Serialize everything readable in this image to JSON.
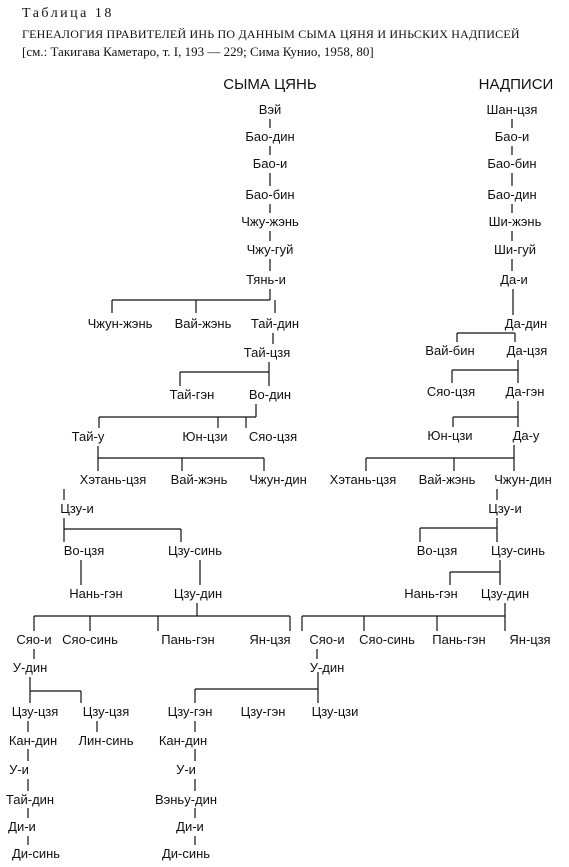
{
  "header": {
    "table_number": "Таблица 18",
    "title": "ГЕНЕАЛОГИЯ ПРАВИТЕЛЕЙ ИНЬ ПО ДАННЫМ СЫМА ЦЯНЯ И ИНЬСКИХ НАДПИСЕЙ",
    "source": "[см.: Такигава Каметаро, т. I, 193 — 229; Сима Кунио, 1958, 80]"
  },
  "columns": {
    "left": "СЫМА ЦЯНЬ",
    "right": "НАДПИСИ"
  },
  "left_names": [
    "Вэй",
    "Бао-дин",
    "Бао-и",
    "Бао-бин",
    "Чжу-жэнь",
    "Чжу-гуй",
    "Тянь-и",
    "Чжун-жэнь",
    "Вай-жэнь",
    "Тай-дин",
    "Тай-цзя",
    "Тай-гэн",
    "Во-дин",
    "Тай-у",
    "Юн-цзи",
    "Сяо-цзя",
    "Хэтань-цзя",
    "Вай-жэнь",
    "Чжун-дин",
    "Цзу-и",
    "Во-цзя",
    "Цзу-синь",
    "Нань-гэн",
    "Цзу-дин",
    "Сяо-и",
    "Сяо-синь",
    "Пань-гэн",
    "Ян-цзя",
    "У-дин",
    "Цзу-цзя",
    "Цзу-гэн",
    "Кан-дин",
    "Лин-синь",
    "У-и",
    "Тай-дин",
    "Ди-и",
    "Ди-синь",
    "Цзу-цзя",
    "Цзу-гэн",
    "Цзу-цзи",
    "Кан-дин",
    "У-и",
    "Вэньу-дин",
    "Ди-и",
    "Ди-синь"
  ],
  "right_names": [
    "Шан-цзя",
    "Бао-и",
    "Бао-бин",
    "Бао-дин",
    "Ши-жэнь",
    "Ши-гуй",
    "Да-и",
    "Да-дин",
    "Вай-бин",
    "Да-цзя",
    "Сяо-цзя",
    "Да-гэн",
    "Юн-цзи",
    "Да-у",
    "Хэтань-цзя",
    "Вай-жэнь",
    "Чжун-дин",
    "Цзу-и",
    "Во-цзя",
    "Цзу-синь",
    "Нань-гэн",
    "Цзу-дин",
    "Сяо-и",
    "Сяо-синь",
    "Пань-гэн",
    "Ян-цзя",
    "У-дин"
  ]
}
